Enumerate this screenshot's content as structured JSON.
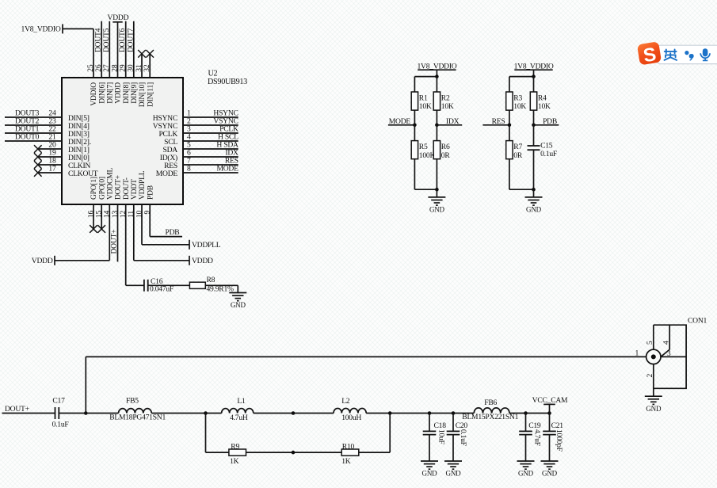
{
  "colors": {
    "ink": "#121212",
    "background": "#fdfdfd",
    "hatch": "#e9efed",
    "ic_fill": "#f1f2f1",
    "ime_blue": "#1b72c8",
    "ime_orange": "#f4551e"
  },
  "nets": {
    "gnd": "GND",
    "v18": "1V8_VDDIO",
    "vddd": "VDDD",
    "vddpll": "VDDPLL",
    "vcc_cam": "VCC_CAM",
    "pdb": "PDB",
    "dout_plus": "DOUT+",
    "mode": "MODE",
    "idx": "IDX",
    "res": "RES"
  },
  "ic_u2": {
    "refdes": "U2",
    "part": "DS90UB913",
    "left_pins": [
      {
        "num": "24",
        "name": "DIN[5]",
        "net": "DOUT3"
      },
      {
        "num": "23",
        "name": "DIN[4]",
        "net": "DOUT2"
      },
      {
        "num": "22",
        "name": "DIN[3]",
        "net": "DOUT1"
      },
      {
        "num": "21",
        "name": "DIN[2].",
        "net": "DOUT0"
      },
      {
        "num": "20",
        "name": "DIN[1]"
      },
      {
        "num": "19",
        "name": "DIN[0]"
      },
      {
        "num": "18",
        "name": "CLKIN"
      },
      {
        "num": "17",
        "name": "CLKOUT"
      }
    ],
    "right_pins": [
      {
        "num": "1",
        "name": "HSYNC",
        "net": "HSYNC"
      },
      {
        "num": "2",
        "name": "VSYNC",
        "net": "VSYNC"
      },
      {
        "num": "3",
        "name": "PCLK",
        "net": "PCLK"
      },
      {
        "num": "4",
        "name": "SCL",
        "net": "H SCL"
      },
      {
        "num": "5",
        "name": "SDA",
        "net": "H SDA"
      },
      {
        "num": "6",
        "name": "ID(X)",
        "net": "IDX"
      },
      {
        "num": "7",
        "name": "RES",
        "net": "RES"
      },
      {
        "num": "8",
        "name": "MODE",
        "net": "MODE"
      }
    ],
    "top_pins": [
      {
        "num": "25",
        "name": "VDDIO",
        "net": "1V8_VDDIO"
      },
      {
        "num": "26",
        "name": "DIN[6]",
        "net": "DOUT4"
      },
      {
        "num": "27",
        "name": "DIN[7]",
        "net": "DOUT5"
      },
      {
        "num": "28",
        "name": "VDDD",
        "net": "VDDD"
      },
      {
        "num": "29",
        "name": "DIN[8]",
        "net": "DOUT6"
      },
      {
        "num": "30",
        "name": "DIN[9]",
        "net": "DOUT7"
      },
      {
        "num": "31",
        "name": "DIN[10]"
      },
      {
        "num": "32",
        "name": "DIN[11]"
      }
    ],
    "bottom_pins": [
      {
        "num": "16",
        "name": "GPO[1]"
      },
      {
        "num": "15",
        "name": "GPO[0]"
      },
      {
        "num": "14",
        "name": "VDDCML",
        "net": "VDDD"
      },
      {
        "num": "13",
        "name": "DOUT+",
        "net": "DOUT+"
      },
      {
        "num": "12",
        "name": "DOUT-"
      },
      {
        "num": "11",
        "name": "VDDT",
        "net": "VDDD"
      },
      {
        "num": "10",
        "name": "VDDPLL",
        "net": "VDDPLL"
      },
      {
        "num": "9",
        "name": "PDB",
        "net": "PDB"
      }
    ]
  },
  "components": {
    "R1": {
      "ref": "R1",
      "val": "10K"
    },
    "R2": {
      "ref": "R2",
      "val": "10K"
    },
    "R3": {
      "ref": "R3",
      "val": "10K"
    },
    "R4": {
      "ref": "R4",
      "val": "10K"
    },
    "R5": {
      "ref": "R5",
      "val": "100K"
    },
    "R6": {
      "ref": "R6",
      "val": "0R"
    },
    "R7": {
      "ref": "R7",
      "val": "0R"
    },
    "R8": {
      "ref": "R8",
      "val": "49.9R1%"
    },
    "R9": {
      "ref": "R9",
      "val": "1K"
    },
    "R10": {
      "ref": "R10",
      "val": "1K"
    },
    "C15": {
      "ref": "C15",
      "val": "0.1uF"
    },
    "C16": {
      "ref": "C16",
      "val": "0.047uF"
    },
    "C17": {
      "ref": "C17",
      "val": "0.1uF"
    },
    "C18": {
      "ref": "C18",
      "val": "10uF"
    },
    "C19": {
      "ref": "C19",
      "val": "4.7uF"
    },
    "C20": {
      "ref": "C20",
      "val": "0.1uF"
    },
    "C21": {
      "ref": "C21",
      "val": "1000pF"
    },
    "FB5": {
      "ref": "FB5",
      "val": "BLM18PG471SN1"
    },
    "FB6": {
      "ref": "FB6",
      "val": "BLM15PX221SN1"
    },
    "L1": {
      "ref": "L1",
      "val": "4.7uH"
    },
    "L2": {
      "ref": "L2",
      "val": "100uH"
    },
    "CON1": {
      "ref": "CON1",
      "pins": [
        "1",
        "2",
        "3",
        "4",
        "5"
      ]
    }
  },
  "ime_toolbar": {
    "logo_letter": "S",
    "lang_mode": "英",
    "buttons": [
      "sogou-logo",
      "english-mode",
      "punctuation",
      "voice-input"
    ]
  }
}
